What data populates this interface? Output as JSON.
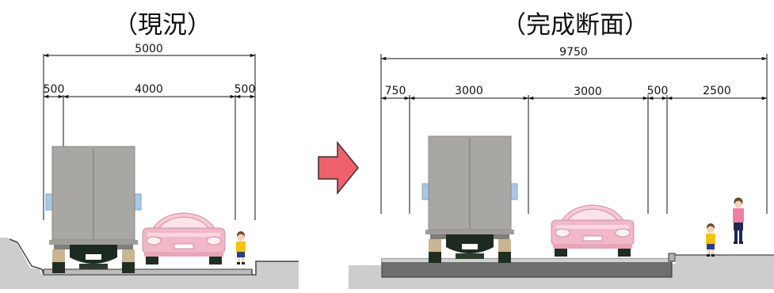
{
  "current": {
    "title": "（現況）",
    "dims": {
      "total": "5000",
      "left": "500",
      "center": "4000",
      "right": "500"
    }
  },
  "completed": {
    "title": "（完成断面）",
    "dims": {
      "total": "9750",
      "d1": "750",
      "d2": "3000",
      "d3": "3000",
      "d4": "500",
      "d5": "2500"
    }
  },
  "arrow": {
    "color": "#f0606a",
    "icon": "right-arrow-icon"
  }
}
